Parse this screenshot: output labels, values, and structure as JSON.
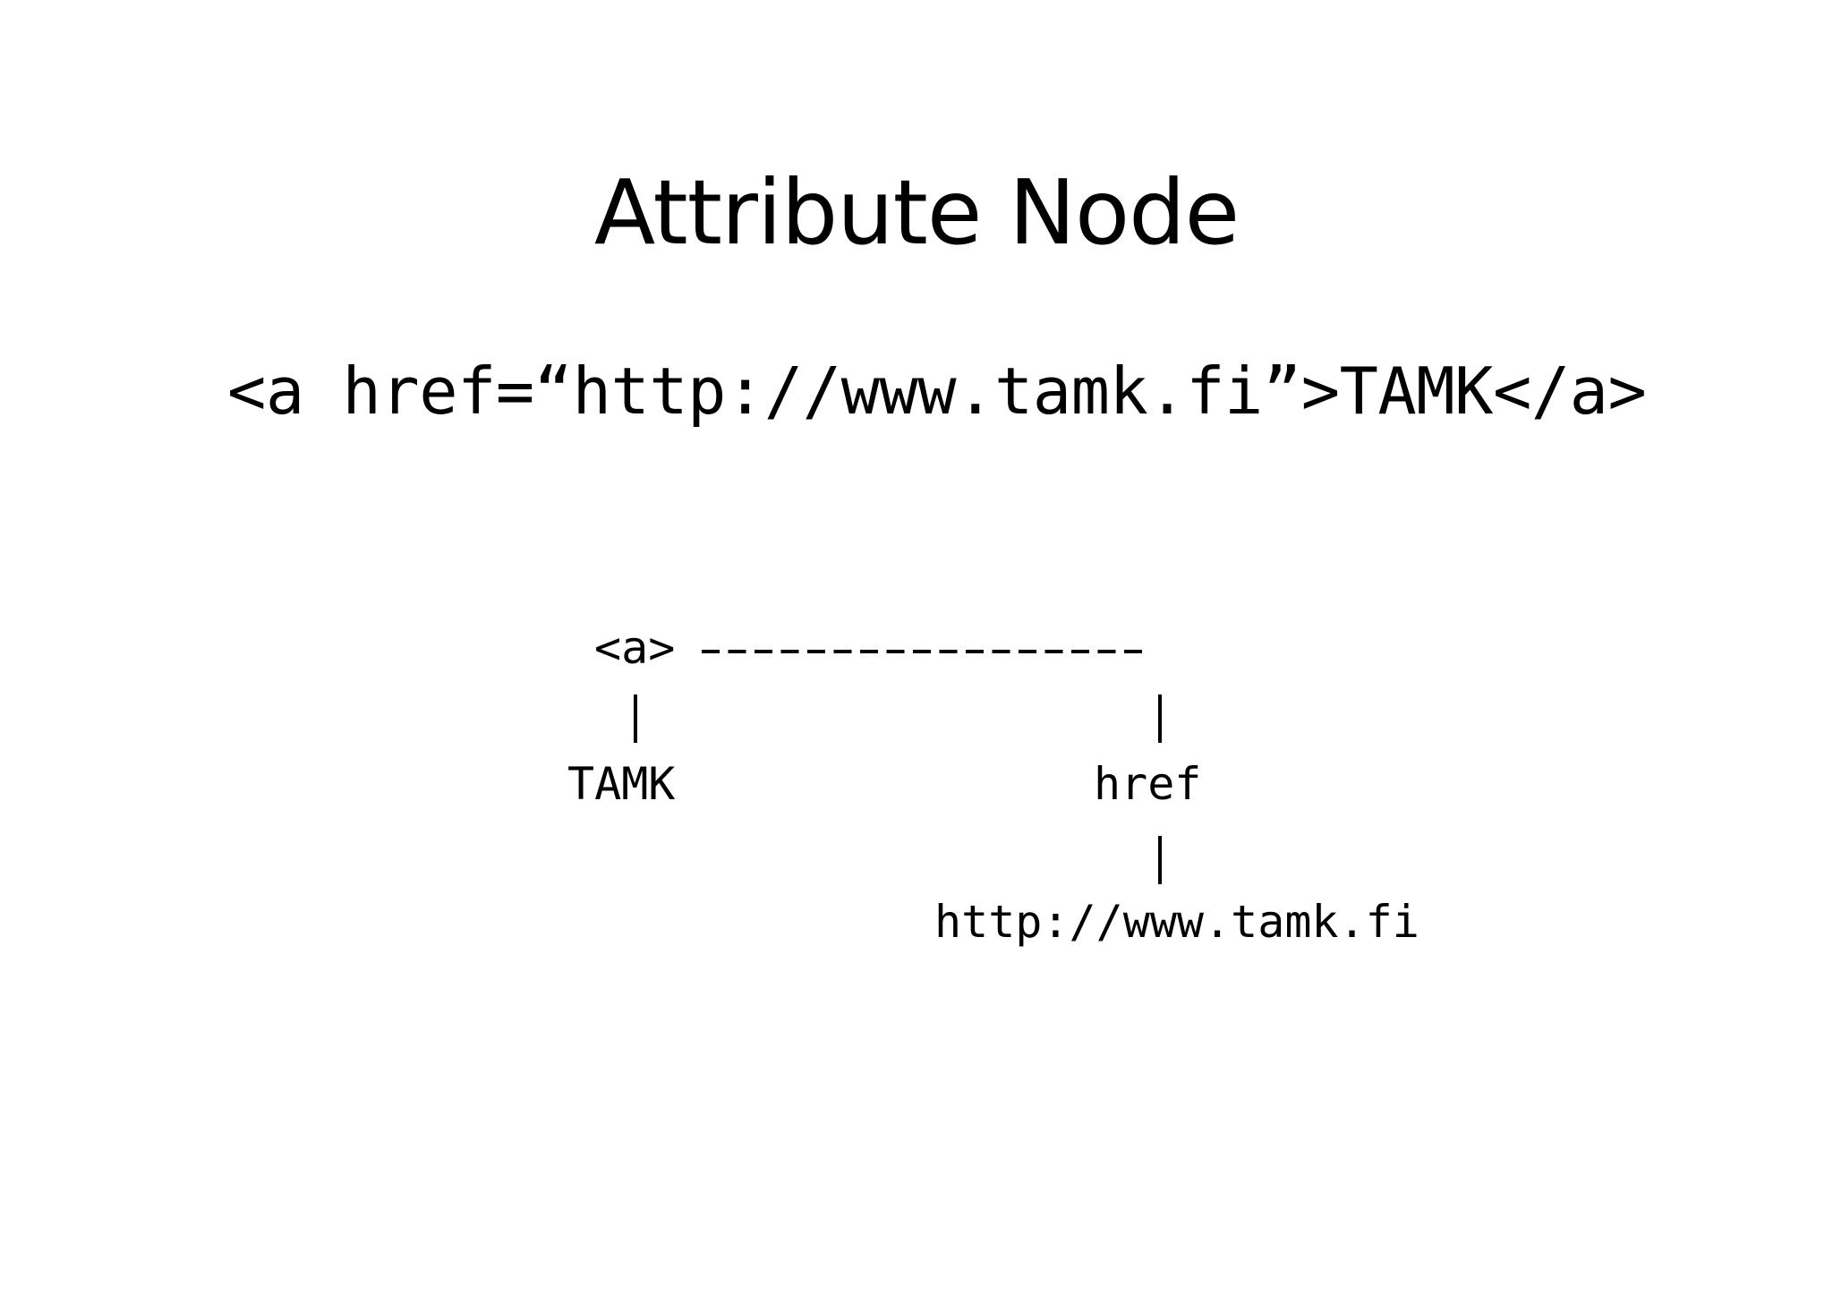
{
  "slide": {
    "title": "Attribute Node",
    "code_line": "<a href=“http://www.tamk.fi”>TAMK</a>"
  },
  "tree": {
    "root": "<a>",
    "text_child": "TAMK",
    "attribute_child": "href",
    "attribute_value": "http://www.tamk.fi"
  }
}
